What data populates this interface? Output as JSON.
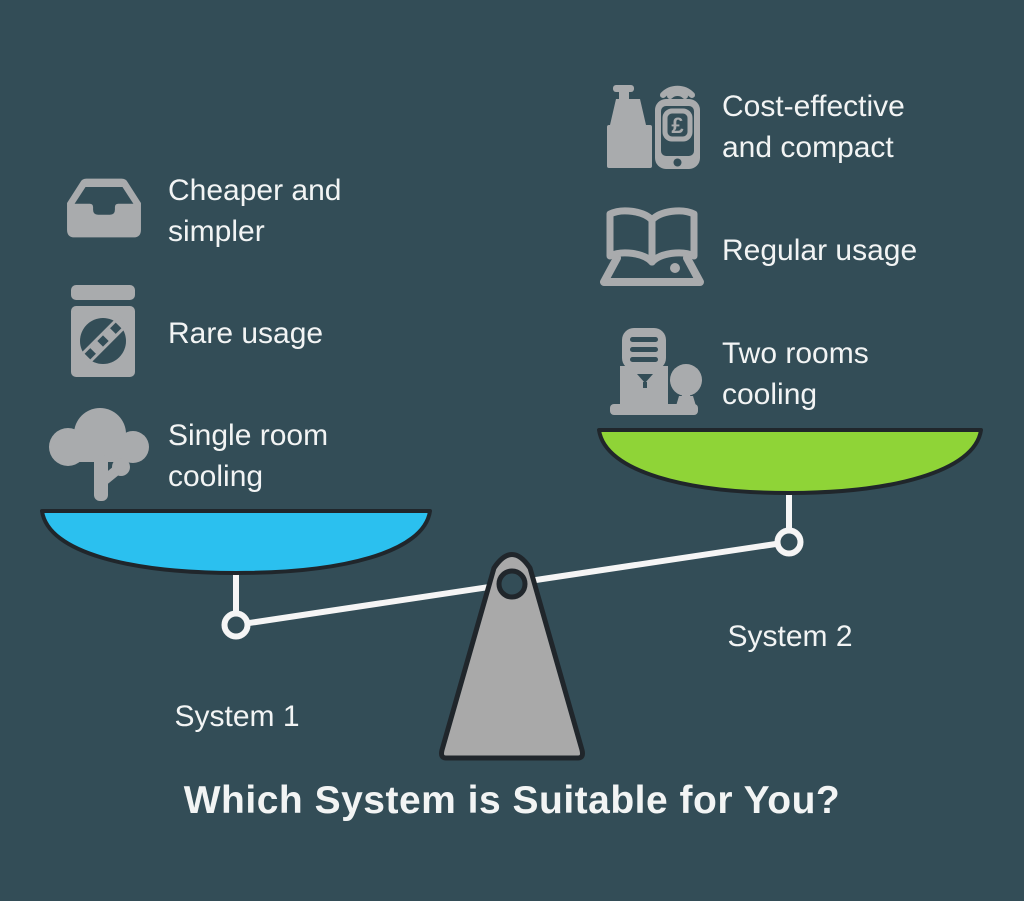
{
  "title": "Which System is Suitable for You?",
  "colors": {
    "background": "#334D57",
    "pan_left": "#2BC0EF",
    "pan_right": "#8FD437",
    "icon_gray": "#A9ABAD",
    "fulcrum_gray": "#A9A9A9",
    "outline_dark": "#20262B",
    "beam_white": "#F5F5F5",
    "text_white": "#F2F4F4"
  },
  "left_system": {
    "label": "System 1",
    "pan_color": "#2BC0EF",
    "items": [
      {
        "icon": "inbox-tray-icon",
        "label": "Cheaper and\nsimpler"
      },
      {
        "icon": "jar-icon",
        "label": "Rare usage"
      },
      {
        "icon": "tree-cloud-icon",
        "label": "Single room\ncooling"
      }
    ]
  },
  "right_system": {
    "label": "System 2",
    "pan_color": "#8FD437",
    "items": [
      {
        "icon": "sanitizer-phone-payment-icon",
        "label": "Cost-effective\nand compact"
      },
      {
        "icon": "open-book-icon",
        "label": "Regular usage"
      },
      {
        "icon": "water-cooler-icon",
        "label": "Two rooms\ncooling"
      }
    ]
  }
}
